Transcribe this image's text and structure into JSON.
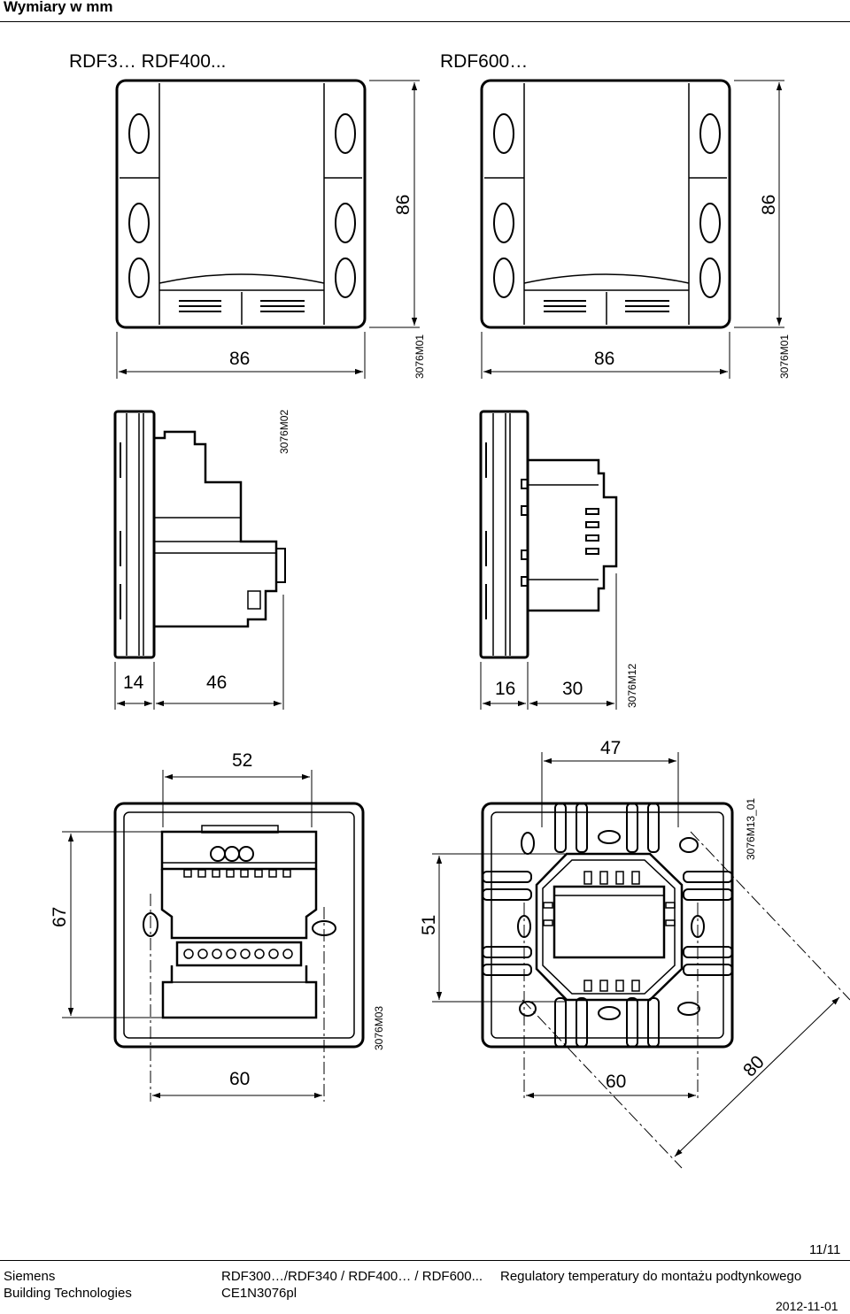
{
  "header": {
    "title": "Wymiary w mm"
  },
  "figures": {
    "front_left_label": "RDF3… RDF400...",
    "front_right_label": "RDF600…",
    "dim_86": "86",
    "code_m01": "3076M01",
    "code_m02": "3076M02",
    "code_m12": "3076M12",
    "code_m03": "3076M03",
    "code_m13": "3076M13_01",
    "dim_14": "14",
    "dim_46": "46",
    "dim_16": "16",
    "dim_30": "30",
    "dim_52": "52",
    "dim_47": "47",
    "dim_67": "67",
    "dim_51": "51",
    "dim_60": "60",
    "dim_80": "80"
  },
  "footer": {
    "page": "11/11",
    "company": "Siemens",
    "division": "Building Technologies",
    "models": "RDF300…/RDF340 / RDF400… / RDF600...",
    "description": "Regulatory temperatury do montażu podtynkowego",
    "doc_code": "CE1N3076pl",
    "date": "2012-11-01"
  }
}
